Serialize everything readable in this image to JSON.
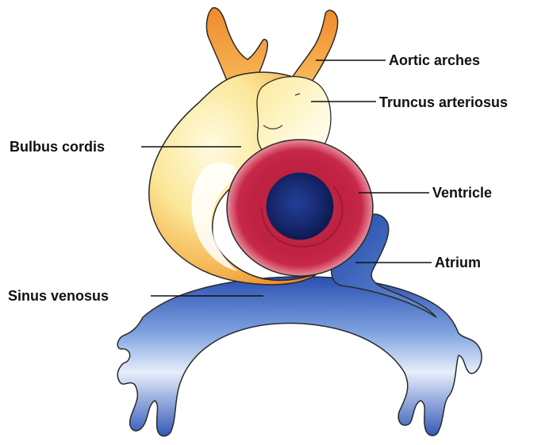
{
  "labels": {
    "aortic_arches": "Aortic arches",
    "truncus_arteriosus": "Truncus arteriosus",
    "bulbus_cordis": "Bulbus cordis",
    "ventricle": "Ventricle",
    "atrium": "Atrium",
    "sinus_venosus": "Sinus venosus"
  },
  "colors": {
    "aortic_arches": "#f0a040",
    "truncus_arteriosus": "#fbf3b8",
    "bulbus_cordis": "#f5b04a",
    "ventricle_outer": "#c8284a",
    "ventricle_core": "#1a2e7a",
    "atrium": "#2f5fb5",
    "sinus_venosus": "#3a64c4",
    "outline": "#3a3a3a"
  }
}
